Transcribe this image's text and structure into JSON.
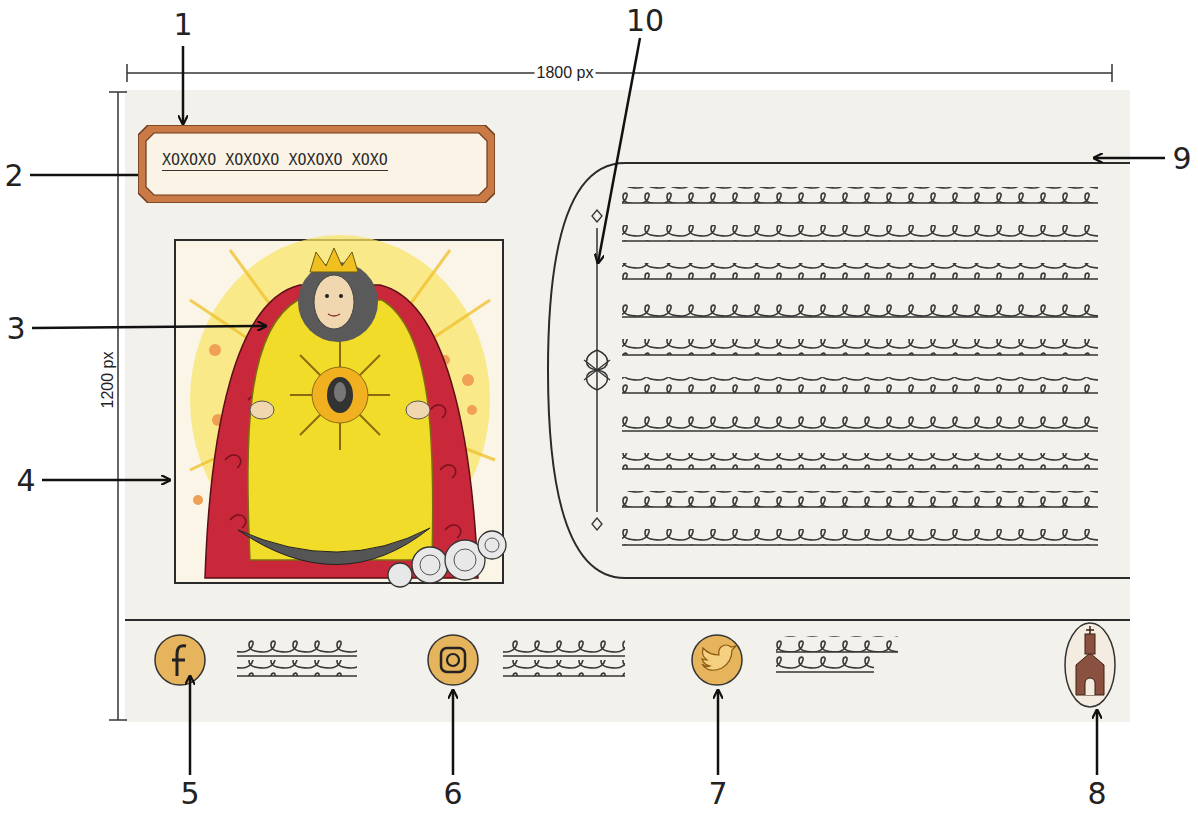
{
  "diagram": {
    "nodes": [
      {
        "text": [
          "XOXOXO XOXOXO XOXOXO XOXO"
        ]
      }
    ],
    "labels": [
      "1",
      "2",
      "3",
      "4",
      "5",
      "6",
      "7",
      "8",
      "9",
      "10",
      "1800 px",
      "1200 px"
    ]
  }
}
